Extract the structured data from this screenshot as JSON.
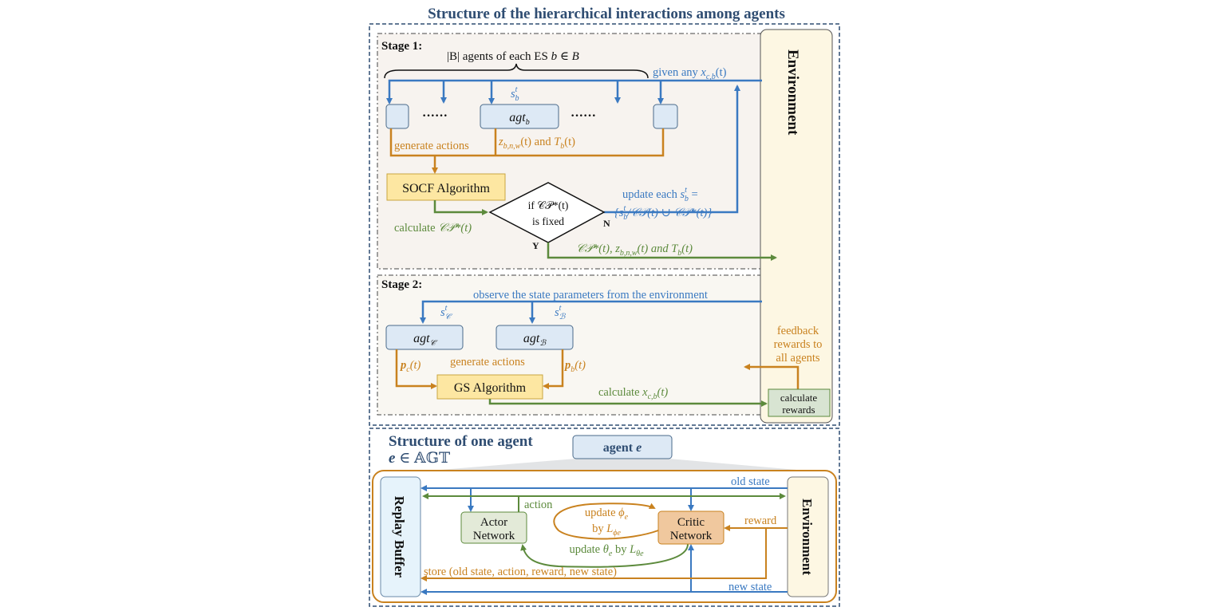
{
  "title": "Structure of the hierarchical interactions among agents",
  "colors": {
    "blue": "#3a79c1",
    "orange": "#c9821f",
    "green": "#5c8a3c",
    "title": "#2f4d72",
    "agent_fill": "#dde9f5",
    "environment_fill": "#fdf7e3",
    "algorithm_fill": "#fde7a2"
  },
  "stage1": {
    "label": "Stage 1:",
    "brace_label": {
      "a": "|B| agents of each ES ",
      "b": "b",
      "c": " ∈ ",
      "d": "B"
    },
    "given": {
      "a": "given any ",
      "x": "x",
      "sub": "c,b",
      "rest": "(t)"
    },
    "state": {
      "s": "s",
      "sup": "t",
      "sub": "b"
    },
    "agent": {
      "main": "agt",
      "sub": "b"
    },
    "dots": "······",
    "generate_actions": "generate actions",
    "actions_out": {
      "z": "z",
      "zsub": "b,n,w",
      "a": "(t) and ",
      "T": "T",
      "Tsub": "b",
      "b": "(t)"
    },
    "socf": "SOCF Algorithm",
    "calculate": {
      "a": "calculate ",
      "cp": "𝒞𝒫*(t)"
    },
    "diamond": {
      "line1": "if 𝒞𝒫*(t)",
      "line2": "is fixed"
    },
    "no": "N",
    "yes": "Y",
    "update": {
      "line1a": "update each ",
      "s": "s",
      "sup": "t",
      "sub": "b",
      "eq": " =",
      "line2": "{s",
      "line2sup": "t",
      "line2sub": "b",
      "line2rest": "/𝒞𝒫(t) ∪ 𝒞𝒫*(t)}"
    },
    "output": {
      "a": "𝒞𝒫*(t), z",
      "zsub": "b,n,w",
      "b": "(t) and T",
      "Tsub": "b",
      "c": "(t)"
    }
  },
  "stage2": {
    "label": "Stage 2:",
    "observe": "observe the state parameters from the environment",
    "state_c": {
      "s": "s",
      "sup": "t",
      "sub": "𝒞"
    },
    "state_b": {
      "s": "s",
      "sup": "t",
      "sub": "ℬ"
    },
    "agent_c": {
      "main": "agt",
      "sub": "𝒞"
    },
    "agent_b": {
      "main": "agt",
      "sub": "ℬ"
    },
    "p_c": {
      "p": "p",
      "sub": "c",
      "rest": "(t)"
    },
    "p_b": {
      "p": "p",
      "sub": "b",
      "rest": "(t)"
    },
    "generate_actions": "generate actions",
    "gs": "GS Algorithm",
    "calculate": {
      "a": "calculate  ",
      "x": "x",
      "sub": "c,b",
      "rest": "(t)"
    },
    "feedback": [
      "feedback",
      "rewards to",
      "all agents"
    ],
    "calc_rewards": [
      "calculate",
      "rewards"
    ]
  },
  "environment": "Environment",
  "agent": {
    "title": "Structure of one agent",
    "subtitle": {
      "e": "e",
      "rest": " ∈ 𝔸𝔾𝕋"
    },
    "agent_box": {
      "a": "agent ",
      "e": "e"
    },
    "replay_buffer": "Replay Buffer",
    "environment": "Environment",
    "old_state": "old state",
    "action": "action",
    "actor": [
      "Actor",
      "Network"
    ],
    "critic": [
      "Critic",
      "Network"
    ],
    "update_phi": {
      "a": "update ",
      "phi": "ϕ",
      "sub": "e",
      "b": "by ",
      "L": "L",
      "Lsub": "ϕe"
    },
    "update_theta": {
      "a": "update ",
      "theta": "θ",
      "sub": "e",
      "b": " by ",
      "L": "L",
      "Lsub": "θe"
    },
    "reward": "reward",
    "store": "store (old state, action, reward, new state)",
    "new_state": "new state"
  }
}
